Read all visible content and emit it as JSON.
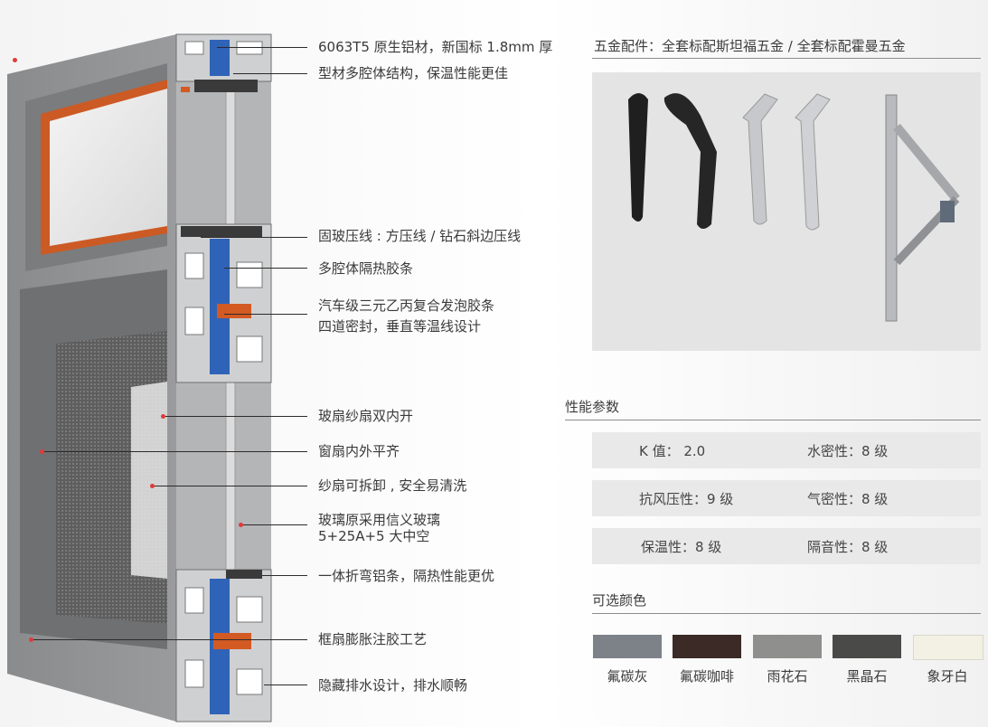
{
  "callouts": [
    {
      "text": "6063T5 原生铝材，新国标 1.8mm 厚"
    },
    {
      "text": "型材多腔体结构，保温性能更佳"
    },
    {
      "text": "固玻压线 : 方压线 / 钻石斜边压线"
    },
    {
      "text": "多腔体隔热胶条"
    },
    {
      "text": "汽车级三元乙丙复合发泡胶条"
    },
    {
      "text": "四道密封，垂直等温线设计"
    },
    {
      "text": "玻扇纱扇双内开"
    },
    {
      "text": "窗扇内外平齐"
    },
    {
      "text": "纱扇可拆卸 , 安全易清洗"
    },
    {
      "text": "玻璃原采用信义玻璃"
    },
    {
      "text": "5+25A+5 大中空"
    },
    {
      "text": "一体折弯铝条，隔热性能更优"
    },
    {
      "text": "框扇膨胀注胶工艺"
    },
    {
      "text": "隐藏排水设计，排水顺畅"
    }
  ],
  "hardware": {
    "title": "五金配件：全套标配斯坦福五金 / 全套标配霍曼五金"
  },
  "performance": {
    "title": "性能参数",
    "rows": [
      {
        "left": "K 值：  2.0",
        "right": "水密性：8 级"
      },
      {
        "left": "抗风压性：9 级",
        "right": "气密性：8 级"
      },
      {
        "left": "保温性：8 级",
        "right": "隔音性：8 级"
      }
    ]
  },
  "colors": {
    "title": "可选颜色",
    "items": [
      {
        "name": "氟碳灰",
        "hex": "#7d8289"
      },
      {
        "name": "氟碳咖啡",
        "hex": "#3b2a26"
      },
      {
        "name": "雨花石",
        "hex": "#8f8f8d"
      },
      {
        "name": "黑晶石",
        "hex": "#4a4a48"
      },
      {
        "name": "象牙白",
        "hex": "#f2f1e4"
      }
    ]
  }
}
